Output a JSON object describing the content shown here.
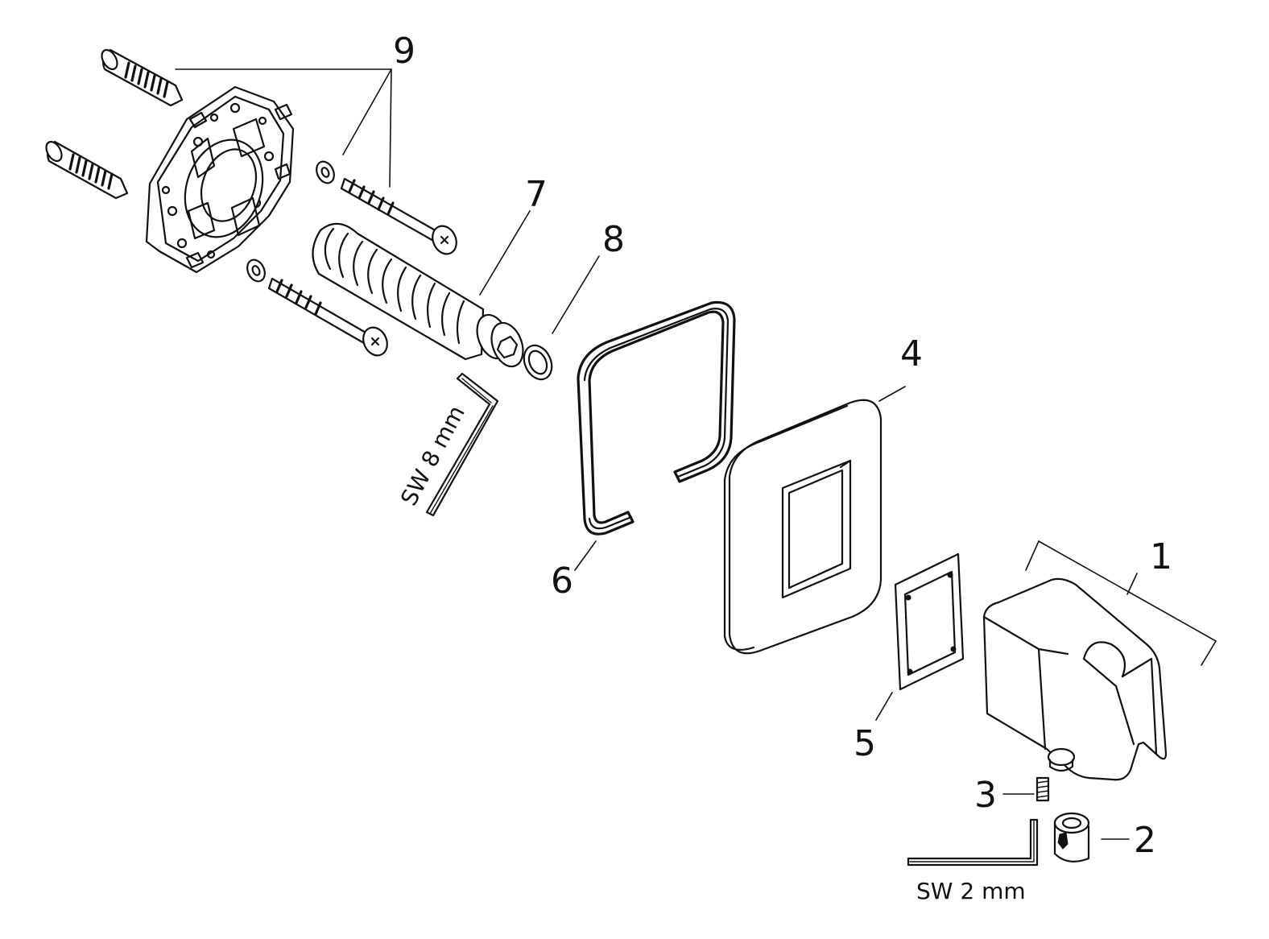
{
  "callouts": {
    "c1": "1",
    "c2": "2",
    "c3": "3",
    "c4": "4",
    "c5": "5",
    "c6": "6",
    "c7": "7",
    "c8": "8",
    "c9": "9"
  },
  "tools": {
    "hex_key_large": "SW 8 mm",
    "hex_key_small": "SW 2 mm"
  }
}
